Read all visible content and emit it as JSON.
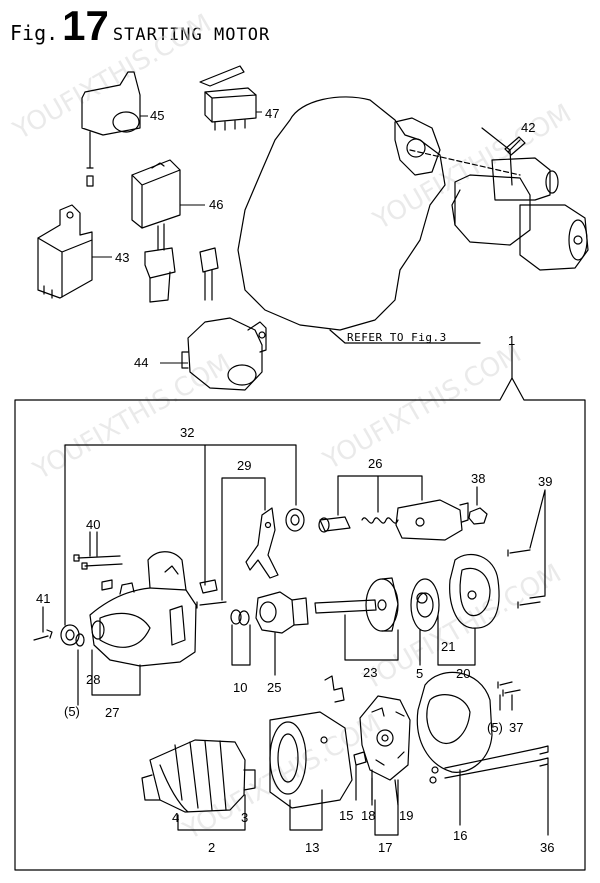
{
  "header": {
    "fig_prefix": "Fig.",
    "fig_number": "17",
    "title": "STARTING MOTOR"
  },
  "reference_note": "REFER TO Fig.3",
  "watermark": "YOUFIXTHIS.COM",
  "callouts": {
    "c1": "1",
    "c2": "2",
    "c3": "3",
    "c4": "4",
    "c5a": "5",
    "c5b": "(5)",
    "c5c": "(5)",
    "c10": "10",
    "c13": "13",
    "c15": "15",
    "c16": "16",
    "c17": "17",
    "c18": "18",
    "c19": "19",
    "c20": "20",
    "c21": "21",
    "c23": "23",
    "c25": "25",
    "c26": "26",
    "c27": "27",
    "c28": "28",
    "c29": "29",
    "c32": "32",
    "c36": "36",
    "c37": "37",
    "c38": "38",
    "c39": "39",
    "c40": "40",
    "c41": "41",
    "c42": "42",
    "c43": "43",
    "c44": "44",
    "c45": "45",
    "c46": "46",
    "c47": "47"
  },
  "colors": {
    "line": "#000000",
    "watermark": "#d9d9d9",
    "background": "#ffffff"
  }
}
